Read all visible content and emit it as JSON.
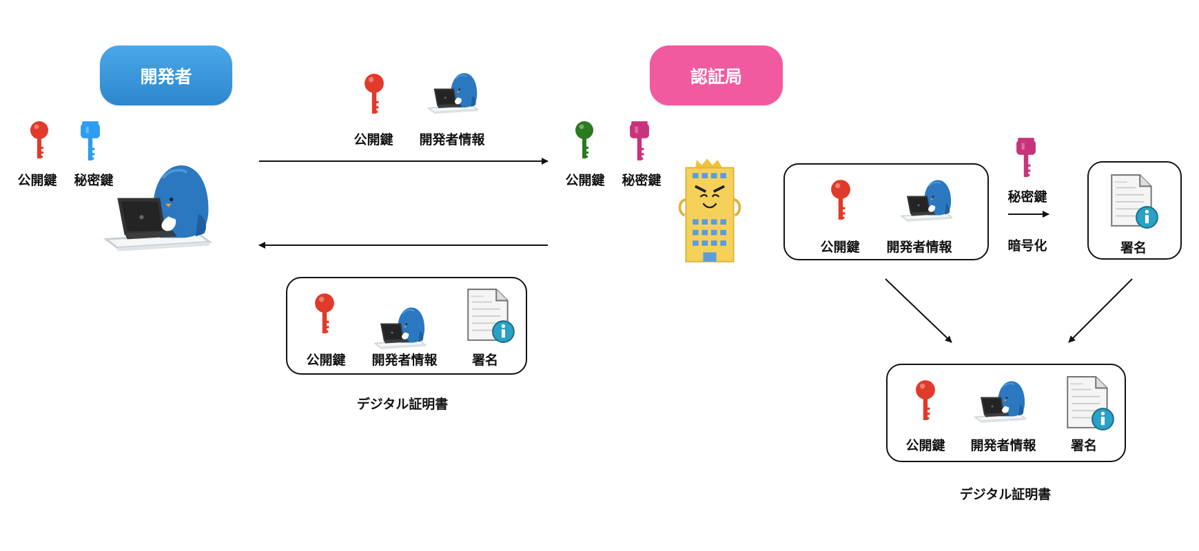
{
  "developer": {
    "badge": "開発者",
    "public_key": "公開鍵",
    "private_key": "秘密鍵"
  },
  "transfer": {
    "public_key": "公開鍵",
    "developer_info": "開発者情報"
  },
  "returned_certificate": {
    "public_key": "公開鍵",
    "developer_info": "開発者情報",
    "signature": "署名",
    "caption": "デジタル証明書"
  },
  "authority": {
    "badge": "認証局",
    "public_key": "公開鍵",
    "private_key": "秘密鍵"
  },
  "signing": {
    "input_public_key": "公開鍵",
    "input_developer_info": "開発者情報",
    "key_label": "秘密鍵",
    "operation": "暗号化",
    "output_signature": "署名"
  },
  "issued_certificate": {
    "public_key": "公開鍵",
    "developer_info": "開発者情報",
    "signature": "署名",
    "caption": "デジタル証明書"
  },
  "colors": {
    "developer_badge": "#3b97dd",
    "authority_badge": "#f25aa0",
    "red_key": "#e23a2a",
    "blue_key": "#2e9cf0",
    "green_key": "#2a7a1f",
    "pink_key": "#c8337a",
    "penguin": "#2b78c0",
    "building": "#f6d15a"
  }
}
